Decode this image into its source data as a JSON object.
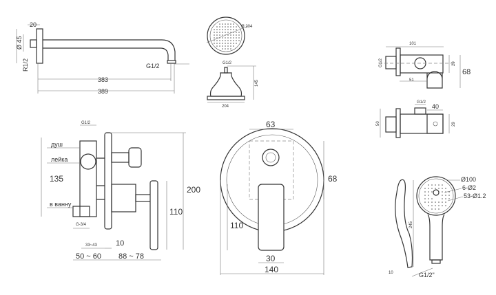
{
  "shower_arm": {
    "width": "20",
    "diameter": "Ø 45",
    "thread_wall": "R1/2",
    "thread_out": "G1/2",
    "length_inner": "383",
    "length_total": "389"
  },
  "head_shower": {
    "diameter": "Ø 204",
    "thread": "G1/2",
    "height": "145",
    "width": "204"
  },
  "mixer_side": {
    "top_thread": "G1/2",
    "label_shower": "душ",
    "label_handshower": "лейка",
    "height_body": "135",
    "label_bath": "в ванну",
    "bottom_thread": "G-3/4",
    "depth_range_small": "33~43",
    "plate": "10",
    "depth_range": "50 ~ 60",
    "projection": "88 ~ 78",
    "handle_height": "110",
    "total_height": "200"
  },
  "mixer_front": {
    "top_width": "63",
    "right_height": "68",
    "lever_height": "110",
    "lever_width": "30",
    "plate_diameter": "140"
  },
  "wall_outlet_top": {
    "length": "101",
    "thread": "G1/2",
    "height": "29",
    "total_height": "68",
    "offset": "51"
  },
  "wall_outlet_side": {
    "thread": "G1/2",
    "width": "40",
    "plate": "50",
    "height": "29"
  },
  "hand_shower": {
    "diameter": "Ø100",
    "jets_large": "6-Ø2",
    "jets_small": "53-Ø1.2",
    "length": "245",
    "end": "10",
    "thread": "G1/2\""
  }
}
